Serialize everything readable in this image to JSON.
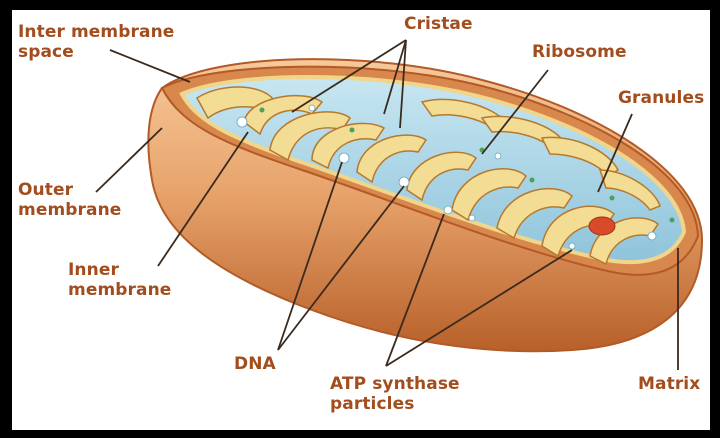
{
  "labels": {
    "inter_membrane_space_1": "Inter membrane",
    "inter_membrane_space_2": "space",
    "cristae": "Cristae",
    "ribosome": "Ribosome",
    "granules": "Granules",
    "outer_membrane_1": "Outer",
    "outer_membrane_2": "membrane",
    "inner_membrane_1": "Inner",
    "inner_membrane_2": "membrane",
    "dna": "DNA",
    "atp_synthase_1": "ATP synthase",
    "atp_synthase_2": "particles",
    "matrix": "Matrix"
  },
  "colors": {
    "label_text": "#a24d1d",
    "outer_body": "#e0975f",
    "outer_body_light": "#f4c89a",
    "outer_rim": "#c8662e",
    "inner_membrane": "#f0d58a",
    "matrix": "#aed7e8",
    "granule": "#d94a2a",
    "leader_line": "#3b2a1e"
  }
}
